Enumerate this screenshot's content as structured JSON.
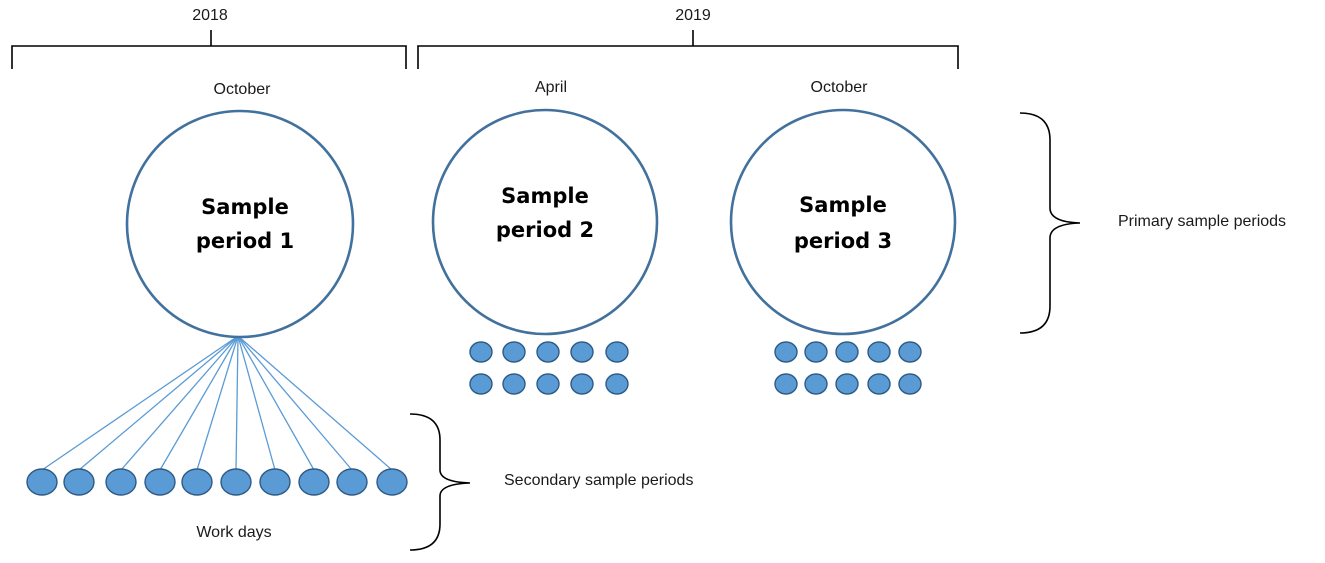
{
  "years": [
    {
      "label": "2018"
    },
    {
      "label": "2019"
    }
  ],
  "months": [
    {
      "label": "October"
    },
    {
      "label": "April"
    },
    {
      "label": "October"
    }
  ],
  "sample_periods": [
    {
      "line1": "Sample",
      "line2": "period 1",
      "secondary_count": 10
    },
    {
      "line1": "Sample",
      "line2": "period 2",
      "secondary_count": 10
    },
    {
      "line1": "Sample",
      "line2": "period 3",
      "secondary_count": 10
    }
  ],
  "labels": {
    "primary": "Primary sample periods",
    "secondary": "Secondary sample periods",
    "work_days": "Work days"
  },
  "colors": {
    "circle_stroke": "#41719c",
    "dot_fill": "#5b9bd5",
    "dot_stroke": "#2e5b85",
    "link_line": "#5b9bd5"
  }
}
